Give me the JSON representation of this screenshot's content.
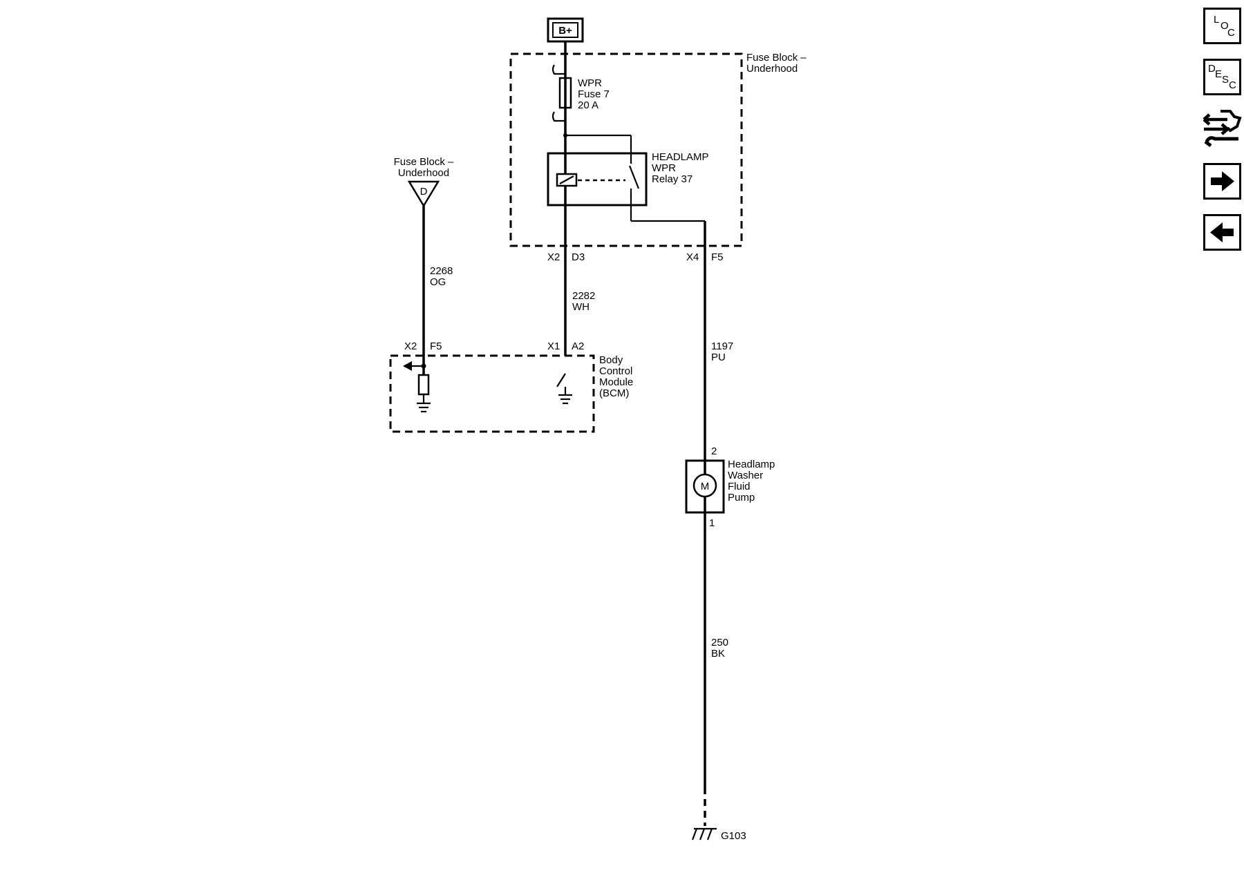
{
  "power_source": "B+",
  "fuse_block_top": {
    "line1": "Fuse Block –",
    "line2": "Underhood"
  },
  "fuse": {
    "line1": "WPR",
    "line2": "Fuse 7",
    "line3": "20 A"
  },
  "relay": {
    "line1": "HEADLAMP",
    "line2": "WPR",
    "line3": "Relay 37"
  },
  "fuse_block_left": {
    "line1": "Fuse Block –",
    "line2": "Underhood",
    "connector": "D"
  },
  "connectors": {
    "x2_left": "X2",
    "d3": "D3",
    "x4": "X4",
    "f5_top": "F5",
    "x2_bcm": "X2",
    "f5_bcm": "F5",
    "x1_bcm": "X1",
    "a2_bcm": "A2",
    "pin2": "2",
    "pin1": "1"
  },
  "wires": {
    "w2268": {
      "circuit": "2268",
      "color": "OG"
    },
    "w2282": {
      "circuit": "2282",
      "color": "WH"
    },
    "w1197": {
      "circuit": "1197",
      "color": "PU"
    },
    "w250": {
      "circuit": "250",
      "color": "BK"
    }
  },
  "bcm": {
    "line1": "Body",
    "line2": "Control",
    "line3": "Module",
    "line4": "(BCM)"
  },
  "pump": {
    "line1": "Headlamp",
    "line2": "Washer",
    "line3": "Fluid",
    "line4": "Pump",
    "symbol": "M"
  },
  "ground": "G103",
  "nav": {
    "loc": {
      "l": "L",
      "o": "O",
      "c": "C"
    },
    "desc": {
      "d": "D",
      "e": "E",
      "s": "S",
      "c": "C"
    },
    "connector_icon": "connector-tool-icon",
    "next_icon": "arrow-right-icon",
    "prev_icon": "arrow-left-icon"
  }
}
